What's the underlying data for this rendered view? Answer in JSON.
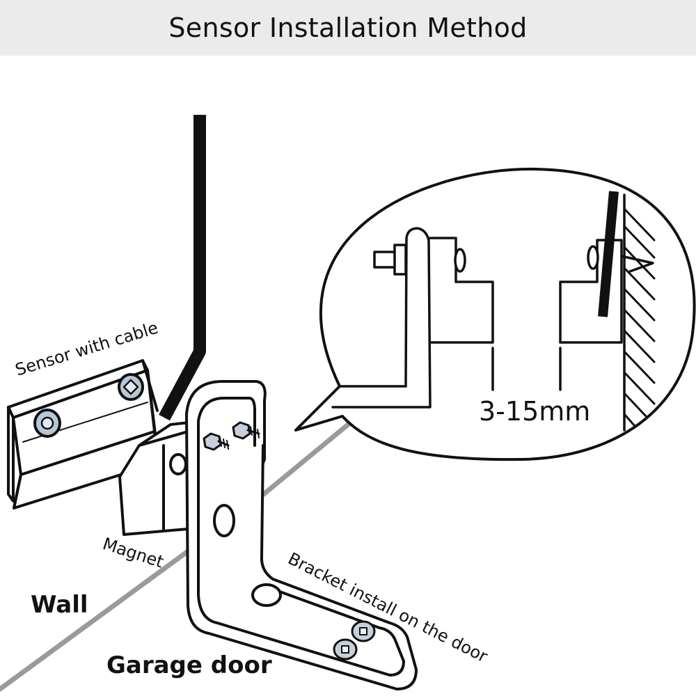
{
  "header": {
    "title": "Sensor Installation Method"
  },
  "labels": {
    "sensor": "Sensor with cable",
    "magnet": "Magnet",
    "bracket": "Bracket install on the door",
    "wall": "Wall",
    "garage_door": "Garage door",
    "gap": "3-15mm"
  }
}
